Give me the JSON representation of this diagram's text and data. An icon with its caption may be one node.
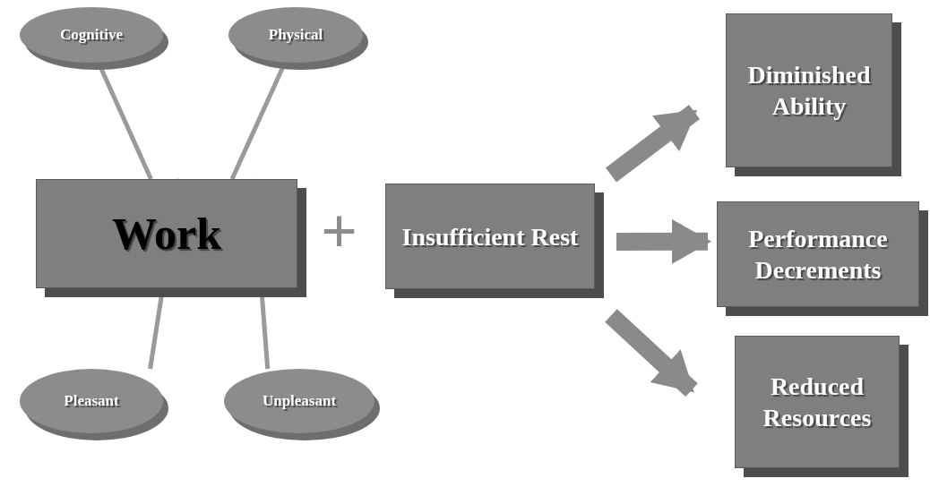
{
  "diagram": {
    "nodes": [
      {
        "text": [
          "Cognitive"
        ]
      },
      {
        "text": [
          "Physical"
        ]
      },
      {
        "text": [
          "Work"
        ]
      },
      {
        "text": [
          "Insufficient Rest"
        ]
      },
      {
        "text": [
          "Pleasant"
        ]
      },
      {
        "text": [
          "Unpleasant"
        ]
      },
      {
        "text": [
          "Diminished Ability"
        ]
      },
      {
        "text": [
          "Performance Decrements"
        ]
      },
      {
        "text": [
          "Reduced Resources"
        ]
      }
    ],
    "edges": [
      {
        "from": 0,
        "to": 2,
        "arrow": "none"
      },
      {
        "from": 1,
        "to": 2,
        "arrow": "none"
      },
      {
        "from": 4,
        "to": 2,
        "arrow": "none"
      },
      {
        "from": 5,
        "to": 2,
        "arrow": "none"
      },
      {
        "from": 3,
        "to": 6,
        "arrow": "to",
        "style": "thick"
      },
      {
        "from": 3,
        "to": 7,
        "arrow": "to",
        "style": "thick"
      },
      {
        "from": 3,
        "to": 8,
        "arrow": "to",
        "style": "thick"
      }
    ],
    "labels": [
      "+"
    ]
  }
}
